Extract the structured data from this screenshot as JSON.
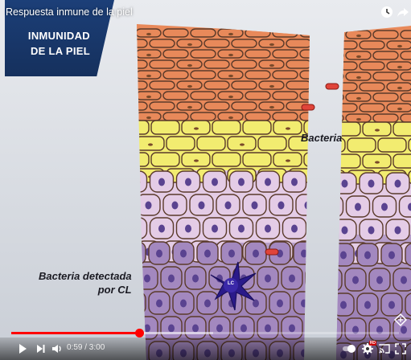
{
  "video": {
    "title": "Respuesta inmune de la piel",
    "brand_line1": "INMUNIDAD",
    "brand_line2": "DE LA PIEL"
  },
  "labels": {
    "bacteria": "Bacteria",
    "detected_line1": "Bacteria detectada",
    "detected_line2": "por CL",
    "lc": "LC"
  },
  "player": {
    "current_time": "0:59",
    "duration": "3:00",
    "time_display": "0:59 / 3:00",
    "played_fraction": 0.33,
    "loaded_fraction": 0.52,
    "hd": "HD"
  },
  "icons": {
    "play": "play-icon",
    "next": "next-icon",
    "volume": "volume-icon",
    "autoplay": "autoplay-toggle-icon",
    "settings": "gear-icon",
    "cast": "cast-icon",
    "fullscreen": "fullscreen-icon",
    "watch_later": "clock-icon",
    "share": "share-icon"
  },
  "colors": {
    "progress_played": "#ff0000",
    "brand_panel": "#1c3f78",
    "cornified": "#e8895a",
    "granular": "#f2ec70",
    "spinous": "#e4cce6",
    "basal": "#a88cc0",
    "langerhans": "#2a1a8a",
    "bacteria": "#e0443a"
  }
}
